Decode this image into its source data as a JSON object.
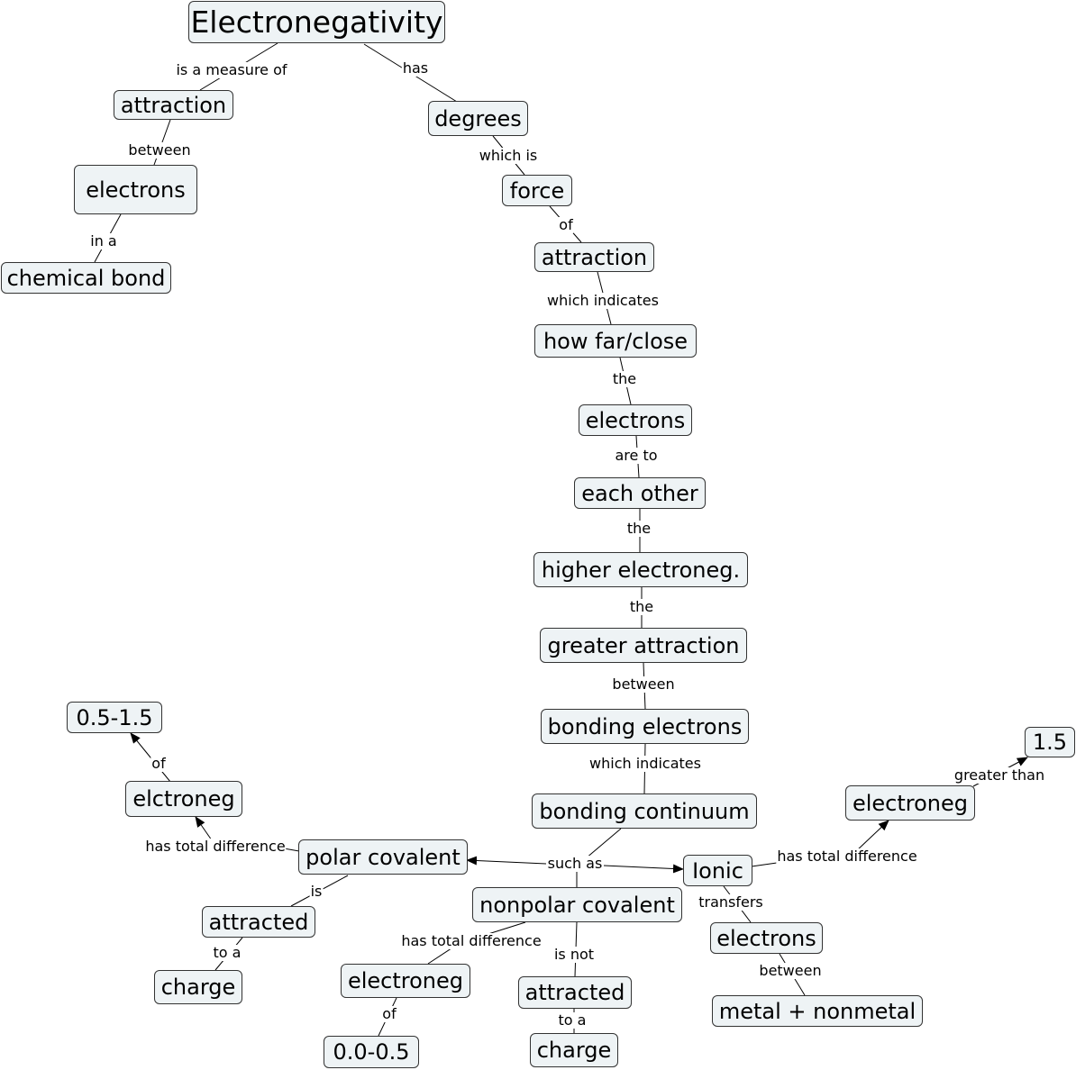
{
  "concepts": {
    "electronegativity": "Electronegativity",
    "attraction_1": "attraction",
    "electrons_1": "electrons",
    "chemical_bond": "chemical bond",
    "degrees": "degrees",
    "force": "force",
    "attraction_2": "attraction",
    "how_far_close": "how far/close",
    "electrons_2": "electrons",
    "each_other": "each other",
    "higher_electroneg": "higher electroneg.",
    "greater_attraction": "greater attraction",
    "bonding_electrons": "bonding electrons",
    "bonding_continuum": "bonding continuum",
    "polar_covalent": "polar covalent",
    "nonpolar_covalent": "nonpolar covalent",
    "ionic": "Ionic",
    "elctroneg": "elctroneg",
    "range_05_15": "0.5-1.5",
    "attracted_1": "attracted",
    "charge_1": "charge",
    "electroneg_1": "electroneg",
    "range_00_05": "0.0-0.5",
    "attracted_2": "attracted",
    "charge_2": "charge",
    "electroneg_2": "electroneg",
    "value_15": "1.5",
    "electrons_3": "electrons",
    "metal_nonmetal": "metal + nonmetal"
  },
  "links": {
    "is_a_measure_of": "is a measure of",
    "has": "has",
    "between_1": "between",
    "in_a": "in a",
    "which_is": "which is",
    "of_1": "of",
    "which_indicates_1": "which indicates",
    "the_1": "the",
    "are_to": "are to",
    "the_2": "the",
    "the_3": "the",
    "between_2": "between",
    "which_indicates_2": "which indicates",
    "such_as": "such as",
    "has_total_difference_1": "has total difference",
    "of_2": "of",
    "is": "is",
    "to_a_1": "to a",
    "has_total_difference_2": "has total difference",
    "of_3": "of",
    "is_not": "is not",
    "to_a_2": "to a",
    "has_total_difference_3": "has total difference",
    "greater_than": "greater than",
    "transfers": "transfers",
    "between_3": "between"
  },
  "colors": {
    "node_fill": "#eef3f5",
    "node_border": "#333333",
    "line": "#000000"
  }
}
